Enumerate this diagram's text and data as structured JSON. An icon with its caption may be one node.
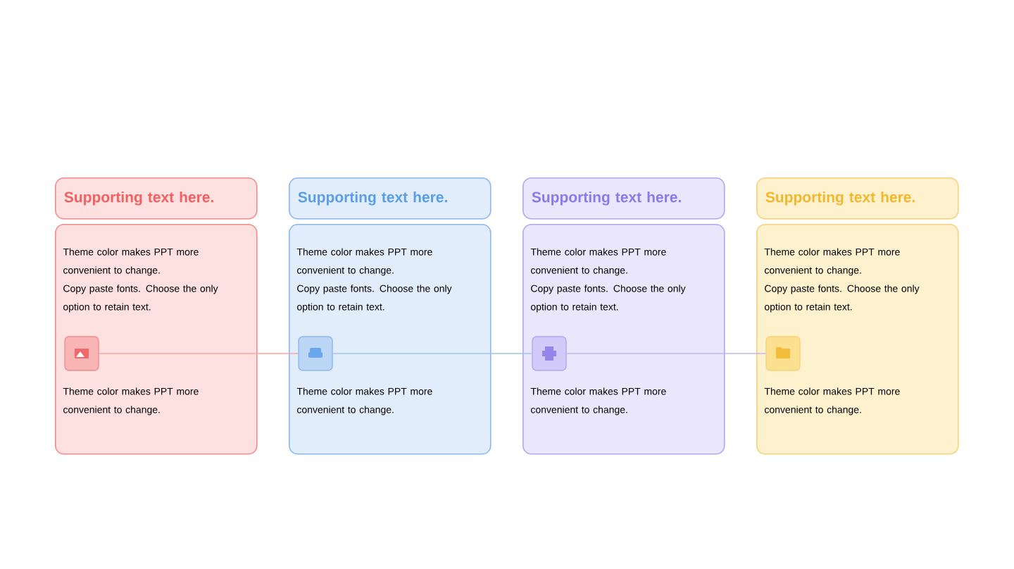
{
  "diagram": {
    "nodes": [
      {
        "text": [
          "Supporting text here."
        ]
      },
      {
        "text": [
          "Theme color makes PPT more convenient to change.",
          "Copy paste fonts. Choose the only option to retain text.",
          "Theme color makes PPT more convenient to change."
        ]
      },
      {
        "text": [],
        "shape": "box",
        "in": 1
      },
      {
        "text": [
          "Supporting text here."
        ]
      },
      {
        "text": [
          "Theme color makes PPT more convenient to change.",
          "Copy paste fonts. Choose the only option to retain text.",
          "Theme color makes PPT more convenient to change."
        ]
      },
      {
        "text": [],
        "shape": "box",
        "in": 4
      },
      {
        "text": [
          "Supporting text here."
        ]
      },
      {
        "text": [
          "Theme color makes PPT more convenient to change.",
          "Copy paste fonts. Choose the only option to retain text.",
          "Theme color makes PPT more convenient to change."
        ]
      },
      {
        "text": [],
        "shape": "box",
        "in": 7
      },
      {
        "text": [
          "Supporting text here."
        ]
      },
      {
        "text": [
          "Theme color makes PPT more convenient to change.",
          "Copy paste fonts. Choose the only option to retain text.",
          "Theme color makes PPT more convenient to change."
        ]
      },
      {
        "text": [],
        "shape": "box",
        "in": 10
      }
    ],
    "edges": [
      {
        "from": 2,
        "to": 5,
        "arrow": "none",
        "color": "#f7a3a3"
      },
      {
        "from": 5,
        "to": 8,
        "arrow": "none",
        "color": "#9cc3f0"
      },
      {
        "from": 8,
        "to": 11,
        "arrow": "none",
        "color": "#c0b6f2"
      }
    ]
  }
}
